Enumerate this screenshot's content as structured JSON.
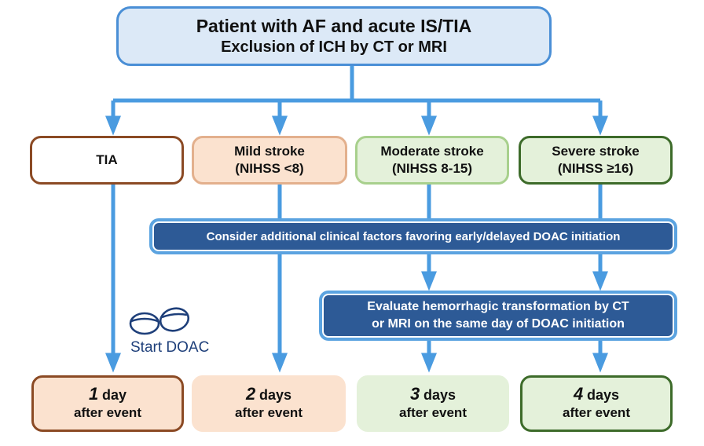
{
  "top": {
    "title": "Patient with AF and acute IS/TIA",
    "subtitle": "Exclusion of ICH by CT or MRI"
  },
  "categories": [
    {
      "line1": "TIA",
      "line2": ""
    },
    {
      "line1": "Mild stroke",
      "line2": "(NIHSS <8)"
    },
    {
      "line1": "Moderate stroke",
      "line2": "(NIHSS 8-15)"
    },
    {
      "line1": "Severe stroke",
      "line2": "(NIHSS ≥16)"
    }
  ],
  "consider": "Consider additional clinical factors favoring early/delayed DOAC initiation",
  "evaluate": {
    "line1": "Evaluate hemorrhagic transformation by CT",
    "line2": "or MRI on the same day of DOAC initiation"
  },
  "start_label": "Start DOAC",
  "outcomes": [
    {
      "num": "1",
      "unit": "day",
      "sub": "after event"
    },
    {
      "num": "2",
      "unit": "days",
      "sub": "after event"
    },
    {
      "num": "3",
      "unit": "days",
      "sub": "after event"
    },
    {
      "num": "4",
      "unit": "days",
      "sub": "after event"
    }
  ],
  "colors": {
    "arrow": "#4a9be0",
    "bar_fill": "#2d5a96",
    "tia_border": "#8b4a24",
    "mild_fill": "#fbe2cf",
    "moderate_fill": "#e4f1da",
    "severe_border": "#3d6b2a",
    "pill_icon": "#1e3f7a"
  },
  "icons": [
    "pill-icon"
  ]
}
